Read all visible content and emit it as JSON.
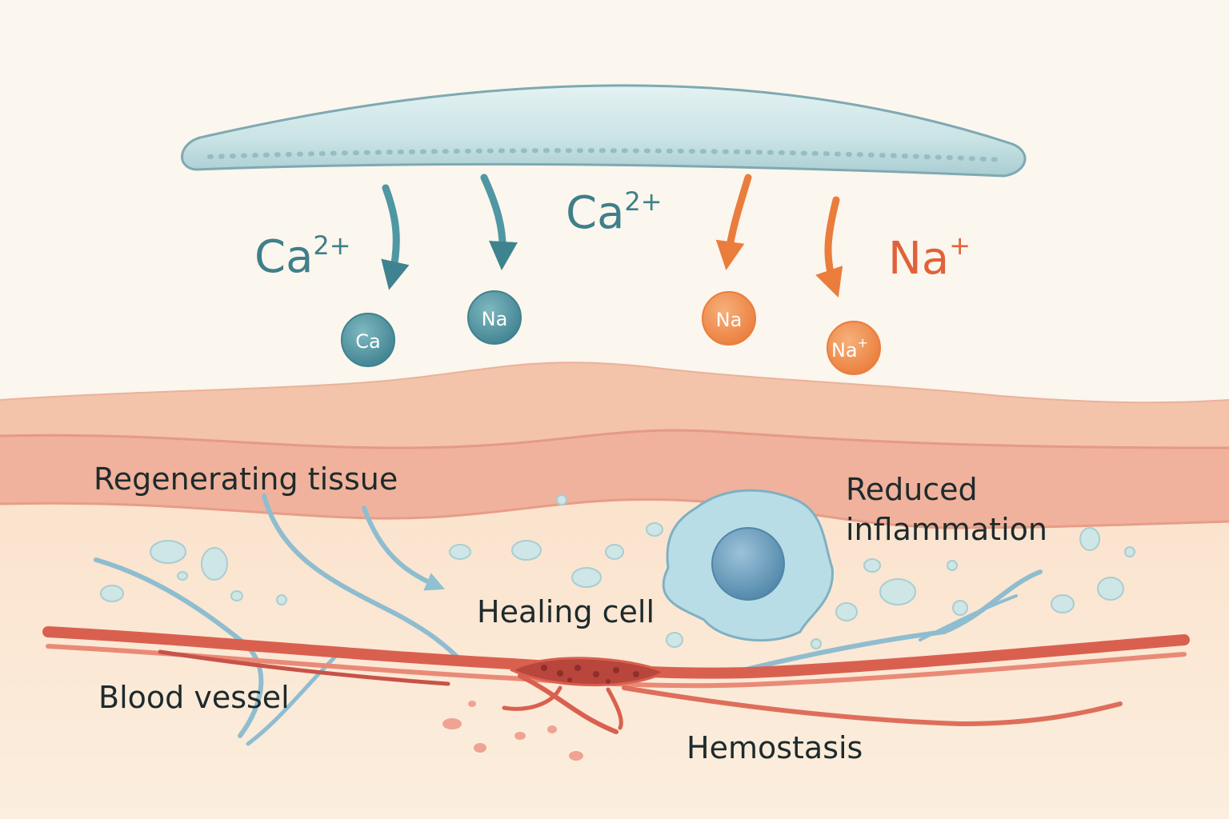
{
  "ion_labels": {
    "calcium_left": "Ca",
    "calcium_left_charge": "2+",
    "calcium_center": "Ca",
    "calcium_center_charge": "2+",
    "sodium_right": "Na",
    "sodium_right_charge": "+"
  },
  "ion_beads": {
    "calcium": "Ca",
    "sodium_teal": "Na",
    "sodium_orange": "Na",
    "sodium_ion": "Na",
    "sodium_ion_charge": "+"
  },
  "tissue_labels": {
    "regenerating": "Regenerating tissue",
    "reduced_line1": "Reduced",
    "reduced_line2": "inflammation",
    "healing_cell": "Healing cell",
    "blood_vessel": "Blood vessel",
    "hemostasis": "Hemostasis"
  },
  "colors": {
    "calcium": "#3f7f8a",
    "sodium": "#e8763f",
    "dressing": "#cfe7e8",
    "tissue_top": "#f4c4ad",
    "tissue_band": "#eea996",
    "tissue_lower": "#f9dcc4",
    "vessel": "#d9604f",
    "cell": "#a9d3de"
  }
}
